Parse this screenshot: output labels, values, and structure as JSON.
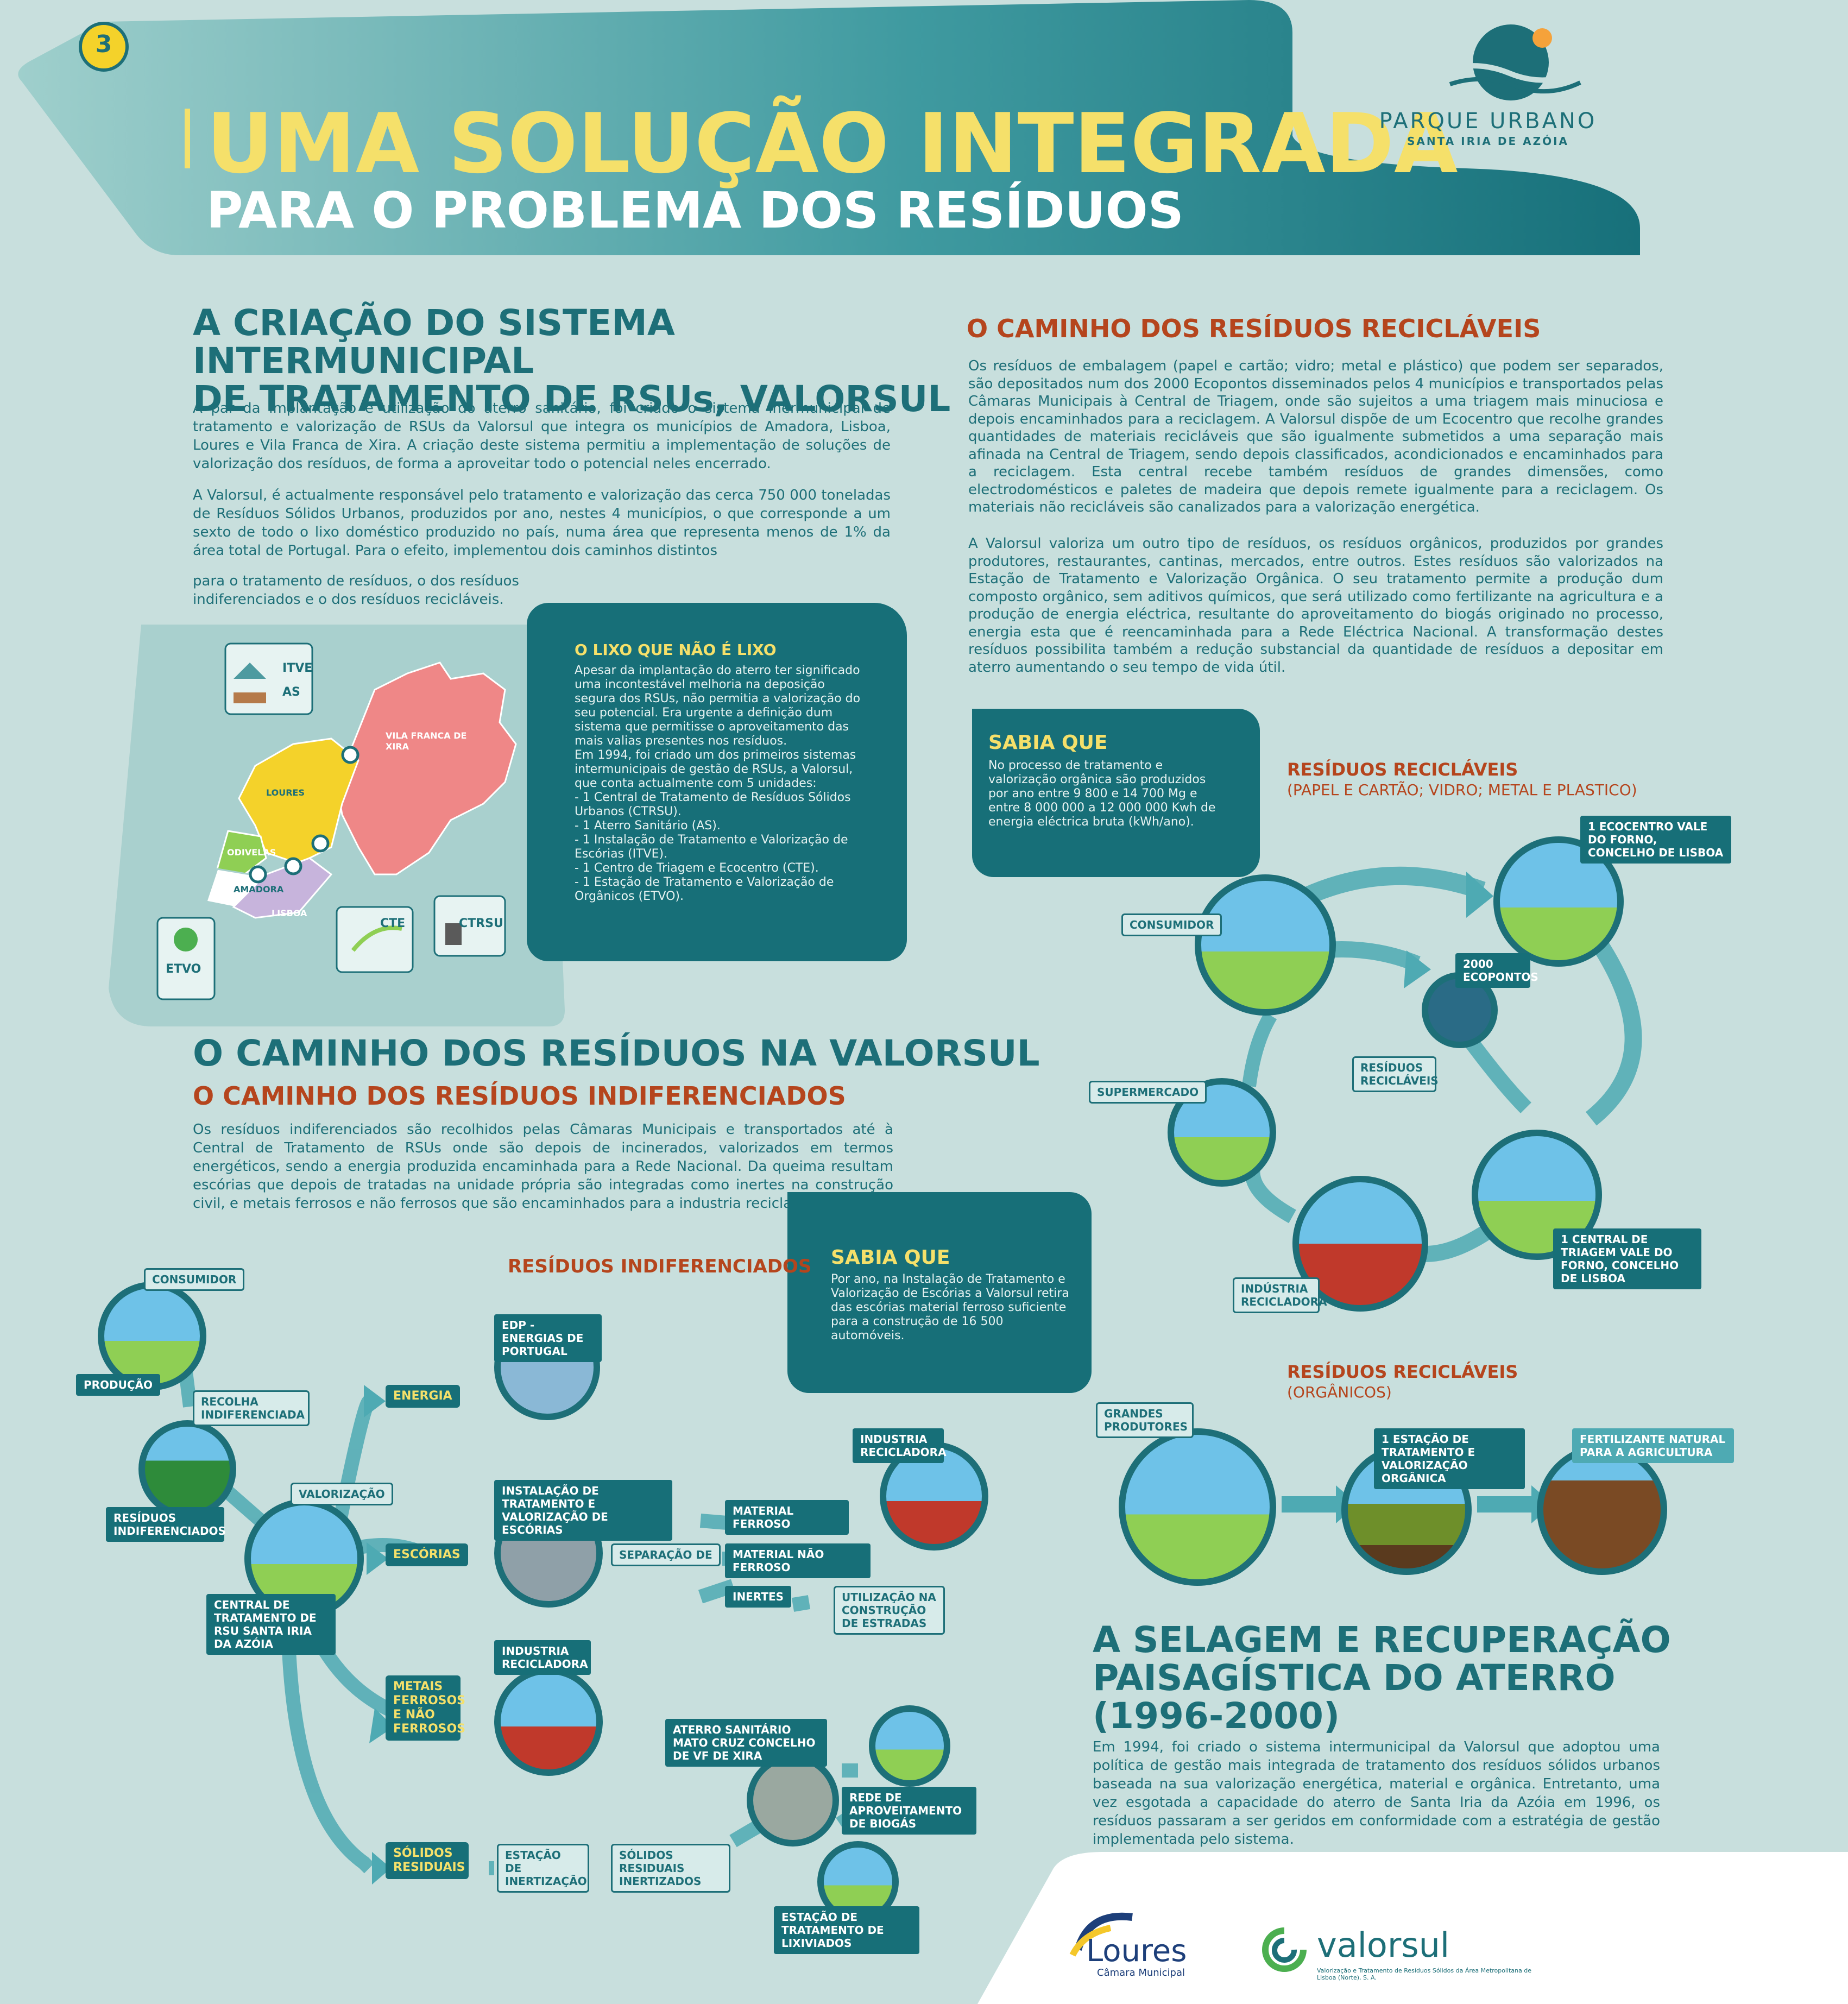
{
  "header": {
    "badge": "3",
    "title_line1": "UMA SOLUÇÃO INTEGRADA",
    "title_line2": "PARA O PROBLEMA DOS RESÍDUOS",
    "logo_name": "PARQUE URBANO",
    "logo_sub": "SANTA IRIA DE AZÓIA"
  },
  "valorsul": {
    "title1": "A CRIAÇÃO DO SISTEMA INTERMUNICIPAL",
    "title2a": "DE TRATAMENTO DE RSUs, ",
    "title2b": "VALORSUL",
    "p1": "A par da implantação e utilização do aterro sanitário, foi criado o sistema inermunicipal de tratamento e valorização de RSUs da Valorsul que integra os municípios de Amadora, Lisboa, Loures e Vila Franca de Xira. A criação deste sistema permitiu a implementação de soluções de valorização dos resíduos, de forma a aproveitar todo o potencial neles encerrado.",
    "p2": "A Valorsul, é actualmente responsável pelo tratamento e valorização das cerca 750 000 toneladas de Resíduos Sólidos Urbanos, produzidos por ano, nestes 4 municípios, o que corresponde a um sexto de todo o lixo doméstico produzido no país, numa área que representa menos de 1% da área total de Portugal. Para o efeito, implementou dois caminhos distintos",
    "p2b": "para o tratamento de resíduos, o dos resíduos",
    "p2c": "indiferenciados e o dos resíduos recicláveis."
  },
  "map": {
    "legend_itve": "ITVE",
    "legend_as": "AS",
    "vfx": "VILA FRANCA DE XIRA",
    "loures": "LOURES",
    "odivelas": "ODIVELAS",
    "amadora": "AMADORA",
    "lisboa": "LISBOA",
    "etvo": "ETVO",
    "cte": "CTE",
    "ctrsu": "CTRSU"
  },
  "lixo_box": {
    "title": "O LIXO QUE NÃO É LIXO",
    "text": "Apesar da implantação do aterro ter significado uma incontestável melhoria na deposição segura dos RSUs, não permitia a valorização do seu potencial. Era urgente a definição dum sistema que permitisse o aproveitamento das mais valias presentes nos resíduos.",
    "text2": "Em 1994, foi criado um dos primeiros sistemas intermunicipais de gestão de RSUs, a Valorsul, que conta actualmente com 5 unidades:",
    "items": [
      "- 1 Central de Tratamento de Resíduos Sólidos Urbanos (CTRSU).",
      "- 1 Aterro Sanitário (AS).",
      "- 1 Instalação de Tratamento e Valorização de Escórias (ITVE).",
      "- 1 Centro de Triagem e Ecocentro (CTE).",
      "- 1 Estação de Tratamento e Valorização de Orgânicos (ETVO)."
    ]
  },
  "reciclaveis": {
    "title": "O CAMINHO DOS RESÍDUOS RECICLÁVEIS",
    "p1": "Os resíduos de embalagem (papel e cartão; vidro; metal e plástico) que podem ser separados, são depositados num dos 2000 Ecopontos disseminados pelos 4 municípios e transportados pelas Câmaras Municipais à Central de Triagem, onde são sujeitos a uma triagem mais minuciosa e depois encaminhados para a reciclagem. A Valorsul dispõe de um Ecocentro que recolhe grandes quantidades de materiais recicláveis que são igualmente submetidos a uma separação mais afinada na Central de Triagem, sendo depois classificados, acondicionados e encaminhados para a reciclagem. Esta central recebe também resíduos de grandes dimensões, como electrodomésticos e paletes de madeira que depois remete igualmente para a reciclagem. Os materiais não recicláveis são canalizados para a valorização energética.",
    "p2": "A Valorsul valoriza um outro tipo de resíduos, os resíduos orgânicos, produzidos por grandes produtores, restaurantes, cantinas, mercados, entre outros. Estes resíduos são valorizados na Estação de Tratamento e Valorização Orgânica. O seu tratamento permite a produção dum composto orgânico, sem aditivos químicos, que será utilizado como fertilizante na agricultura e a produção de energia eléctrica, resultante do aproveitamento do biogás originado no processo, energia esta que é reencaminhada para a Rede Eléctrica Nacional. A transformação destes resíduos possibilita também a redução substancial da quantidade de resíduos a depositar em aterro aumentando o seu tempo de vida útil."
  },
  "sabia1": {
    "title": "SABIA QUE",
    "text": "No processo de tratamento e valorização orgânica são produzidos por ano entre 9 800 e 14 700 Mg e entre 8 000 000 a 12 000 000 Kwh de energia eléctrica bruta (kWh/ano)."
  },
  "cycle": {
    "title": "RESÍDUOS RECICLÁVEIS",
    "sub": "(PAPEL E CARTÃO; VIDRO; METAL E PLASTICO)",
    "consumidor": "CONSUMIDOR",
    "ecocentro": "1 ECOCENTRO VALE DO FORNO, CONCELHO DE LISBOA",
    "ecopontos": "2000 ECOPONTOS",
    "residuos": "RESÍDUOS RECICLÁVEIS",
    "supermercado": "SUPERMERCADO",
    "triagem": "1 CENTRAL DE TRIAGEM VALE DO FORNO, CONCELHO DE LISBOA",
    "industria": "INDÚSTRIA RECICLADORA"
  },
  "organicos": {
    "title": "RESÍDUOS RECICLÁVEIS",
    "sub": "(ORGÂNICOS)",
    "produtores": "GRANDES PRODUTORES",
    "estacao": "1 ESTAÇÃO DE TRATAMENTO E VALORIZAÇÃO ORGÂNICA",
    "fertilizante": "FERTILIZANTE NATURAL PARA A AGRICULTURA"
  },
  "caminho": {
    "title_a": "O CAMINHO DOS RESÍDUOS NA ",
    "title_b": "VALORSUL",
    "subtitle": "O CAMINHO DOS RESÍDUOS INDIFERENCIADOS",
    "text": "Os resíduos indiferenciados são recolhidos pelas Câmaras Municipais e transportados até à Central de Tratamento de RSUs onde são depois de incinerados, valorizados em termos energéticos, sendo a energia produzida encaminhada para a Rede Nacional. Da queima resultam escórias que depois de tratadas na unidade própria são integradas como inertes na construção civil, e metais ferrosos e não ferrosos que são encaminhados para a industria recicladora."
  },
  "sabia2": {
    "title": "SABIA QUE",
    "text": "Por ano, na Instalação de Tratamento e Valorização de Escórias a Valorsul retira das escórias material ferroso suficiente para a construção de 16 500 automóveis."
  },
  "indif": {
    "title": "RESÍDUOS INDIFERENCIADOS",
    "consumidor": "CONSUMIDOR",
    "producao": "PRODUÇÃO",
    "recolha": "RECOLHA INDIFERENCIADA",
    "residuos": "RESÍDUOS INDIFERENCIADOS",
    "valorizacao": "VALORIZAÇÃO",
    "central": "CENTRAL DE TRATAMENTO DE RSU SANTA IRIA DA AZÓIA",
    "energia": "ENERGIA",
    "edp": "EDP - ENERGIAS DE PORTUGAL",
    "escorias": "ESCÓRIAS",
    "instalacao": "INSTALAÇÃO DE TRATAMENTO E VALORIZAÇÃO DE ESCÓRIAS",
    "separacao": "SEPARAÇÃO DE",
    "ferroso": "MATERIAL FERROSO",
    "naoferroso": "MATERIAL NÃO FERROSO",
    "inertes": "INERTES",
    "utilizacao": "UTILIZAÇÃO NA CONSTRUÇÃO DE ESTRADAS",
    "industria1": "INDUSTRIA RECICLADORA",
    "metais": "METAIS FERROSOS E NÃO FERROSOS",
    "industria2": "INDUSTRIA RECICLADORA",
    "aterro": "ATERRO SANITÁRIO MATO CRUZ CONCELHO DE VF DE XIRA",
    "biogas": "REDE DE APROVEITAMENTO DE BIOGÁS",
    "solidos": "SÓLIDOS RESIDUAIS",
    "inertizacao": "ESTAÇÃO DE INERTIZAÇÃO",
    "inertizados": "SÓLIDOS RESIDUAIS INERTIZADOS",
    "lixiviados": "ESTAÇÃO DE TRATAMENTO DE LIXIVIADOS"
  },
  "selagem": {
    "title1": "A SELAGEM E RECUPERAÇÃO",
    "title2": "PAISAGÍSTICA DO ATERRO",
    "title3": "(1996-2000)",
    "text": "Em 1994, foi criado o sistema intermunicipal da Valorsul que adoptou uma política de gestão mais integrada de tratamento dos resíduos sólidos urbanos baseada na sua valorização energética, material e orgânica. Entretanto, uma vez esgotada a capacidade do aterro de Santa Iria da Azóia em 1996, os resíduos passaram a ser geridos em conformidade com a estratégia de gestão implementada pelo sistema."
  },
  "footer": {
    "loures": "Loures",
    "loures_sub": "Câmara Municipal",
    "valorsul": "valorsul",
    "valorsul_sub": "Valorização e Tratamento de Resíduos Sólidos da Área Metropolitana de Lisboa (Norte), S. A."
  }
}
